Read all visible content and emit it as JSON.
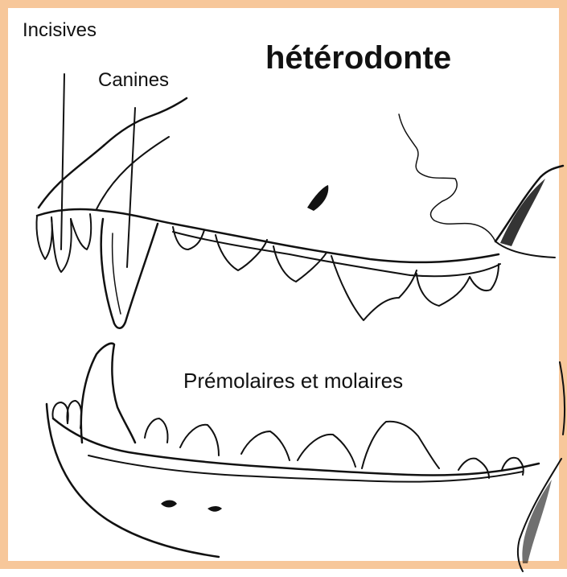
{
  "title": "hétérodonte",
  "labels": {
    "incisives": "Incisives",
    "canines": "Canines",
    "premolars_molars": "Prémolaires et molaires"
  },
  "colors": {
    "border": "#f7c79a",
    "ink": "#111111",
    "background": "#ffffff"
  }
}
